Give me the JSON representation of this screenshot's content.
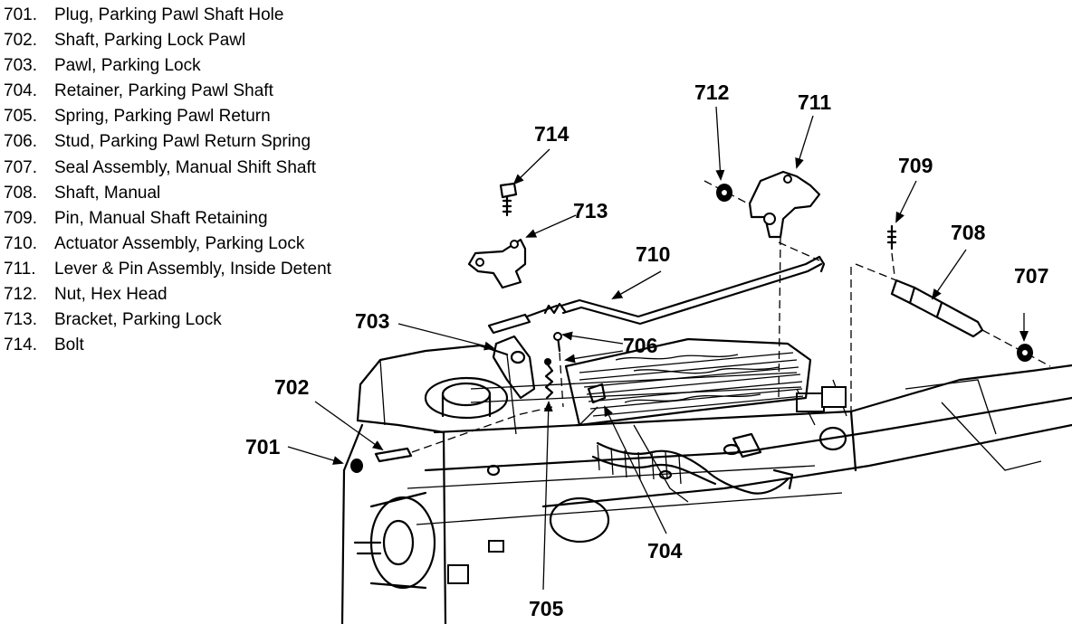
{
  "legend": [
    {
      "number": "701.",
      "label": "Plug, Parking Pawl Shaft Hole"
    },
    {
      "number": "702.",
      "label": "Shaft, Parking Lock Pawl"
    },
    {
      "number": "703.",
      "label": "Pawl, Parking Lock"
    },
    {
      "number": "704.",
      "label": "Retainer, Parking Pawl Shaft"
    },
    {
      "number": "705.",
      "label": "Spring, Parking Pawl Return"
    },
    {
      "number": "706.",
      "label": "Stud, Parking Pawl Return Spring"
    },
    {
      "number": "707.",
      "label": "Seal Assembly, Manual Shift Shaft"
    },
    {
      "number": "708.",
      "label": "Shaft, Manual"
    },
    {
      "number": "709.",
      "label": "Pin, Manual Shaft Retaining"
    },
    {
      "number": "710.",
      "label": "Actuator Assembly, Parking Lock"
    },
    {
      "number": "711.",
      "label": "Lever & Pin Assembly, Inside Detent"
    },
    {
      "number": "712.",
      "label": "Nut, Hex Head"
    },
    {
      "number": "713.",
      "label": "Bracket, Parking Lock"
    },
    {
      "number": "714.",
      "label": "Bolt"
    }
  ],
  "callouts": {
    "c701": "701",
    "c702": "702",
    "c703": "703",
    "c704": "704",
    "c705": "705",
    "c706": "706",
    "c707": "707",
    "c708": "708",
    "c709": "709",
    "c710": "710",
    "c711": "711",
    "c712": "712",
    "c713": "713",
    "c714": "714"
  }
}
